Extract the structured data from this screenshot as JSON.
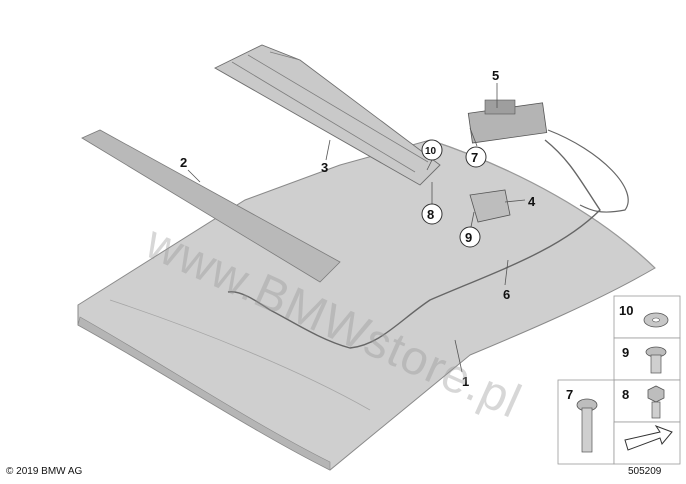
{
  "callouts": {
    "c1": "1",
    "c2": "2",
    "c3": "3",
    "c4": "4",
    "c5": "5",
    "c6": "6",
    "c7": "7",
    "c8": "8",
    "c9": "9",
    "c10": "10"
  },
  "parts_panel": {
    "p10": "10",
    "p9": "9",
    "p8": "8",
    "p7": "7"
  },
  "footer": {
    "copyright": "© 2019 BMW AG",
    "diagram_number": "505209"
  },
  "watermark": "www.BMWstore.pl",
  "colors": {
    "roof_fill": "#cfcfcf",
    "roof_edge": "#b5b5b5",
    "trim_strip": "#b9b9b9",
    "rail": "#c9c9c9",
    "line": "#555555"
  }
}
